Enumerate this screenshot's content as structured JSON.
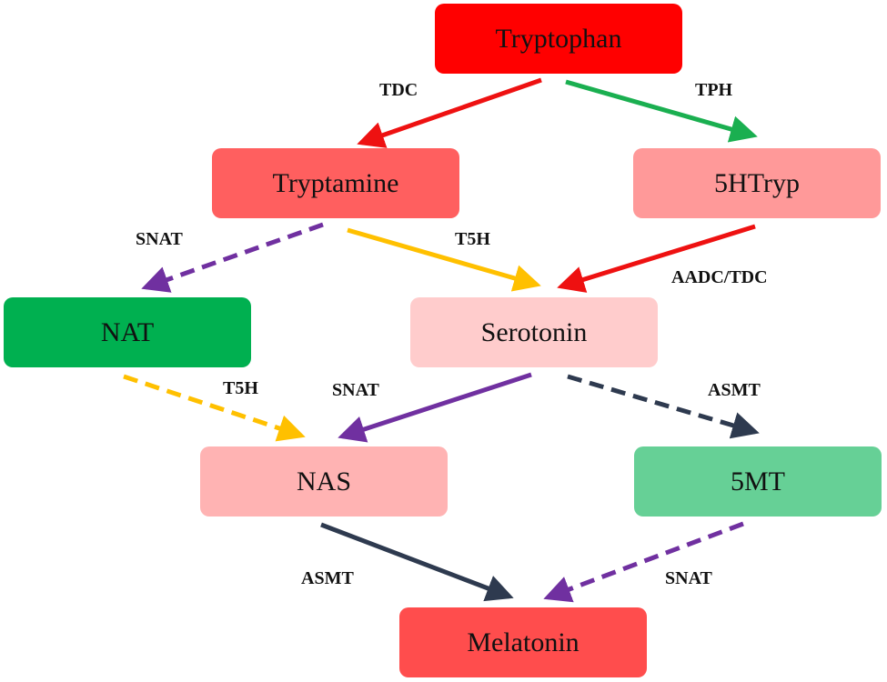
{
  "nodes": {
    "tryptophan": {
      "label": "Tryptophan",
      "color": "#ff0000"
    },
    "tryptamine": {
      "label": "Tryptamine",
      "color": "#ff5f5f"
    },
    "htryp": {
      "label": "5HTryp",
      "color": "#ff9999"
    },
    "nat": {
      "label": "NAT",
      "color": "#00b050"
    },
    "serotonin": {
      "label": "Serotonin",
      "color": "#ffcccc"
    },
    "nas": {
      "label": "NAS",
      "color": "#ffb3b3"
    },
    "mt5": {
      "label": "5MT",
      "color": "#66d096"
    },
    "melatonin": {
      "label": "Melatonin",
      "color": "#ff4d4d"
    }
  },
  "edges": {
    "trp_to_tryptamine": {
      "label": "TDC",
      "color": "#ee1111",
      "style": "solid"
    },
    "trp_to_5htryp": {
      "label": "TPH",
      "color": "#1aaf50",
      "style": "solid"
    },
    "tryptamine_to_nat": {
      "label": "SNAT",
      "color": "#7030a0",
      "style": "dashed"
    },
    "tryptamine_to_serotonin": {
      "label": "T5H",
      "color": "#ffc000",
      "style": "solid"
    },
    "htryp_to_serotonin": {
      "label": "AADC/TDC",
      "color": "#ee1111",
      "style": "solid"
    },
    "nat_to_nas": {
      "label": "T5H",
      "color": "#ffc000",
      "style": "dashed"
    },
    "serotonin_to_nas": {
      "label": "SNAT",
      "color": "#7030a0",
      "style": "solid"
    },
    "serotonin_to_5mt": {
      "label": "ASMT",
      "color": "#2e3a4f",
      "style": "dashed"
    },
    "nas_to_melatonin": {
      "label": "ASMT",
      "color": "#2e3a4f",
      "style": "solid"
    },
    "mt5_to_melatonin": {
      "label": "SNAT",
      "color": "#7030a0",
      "style": "dashed"
    }
  }
}
